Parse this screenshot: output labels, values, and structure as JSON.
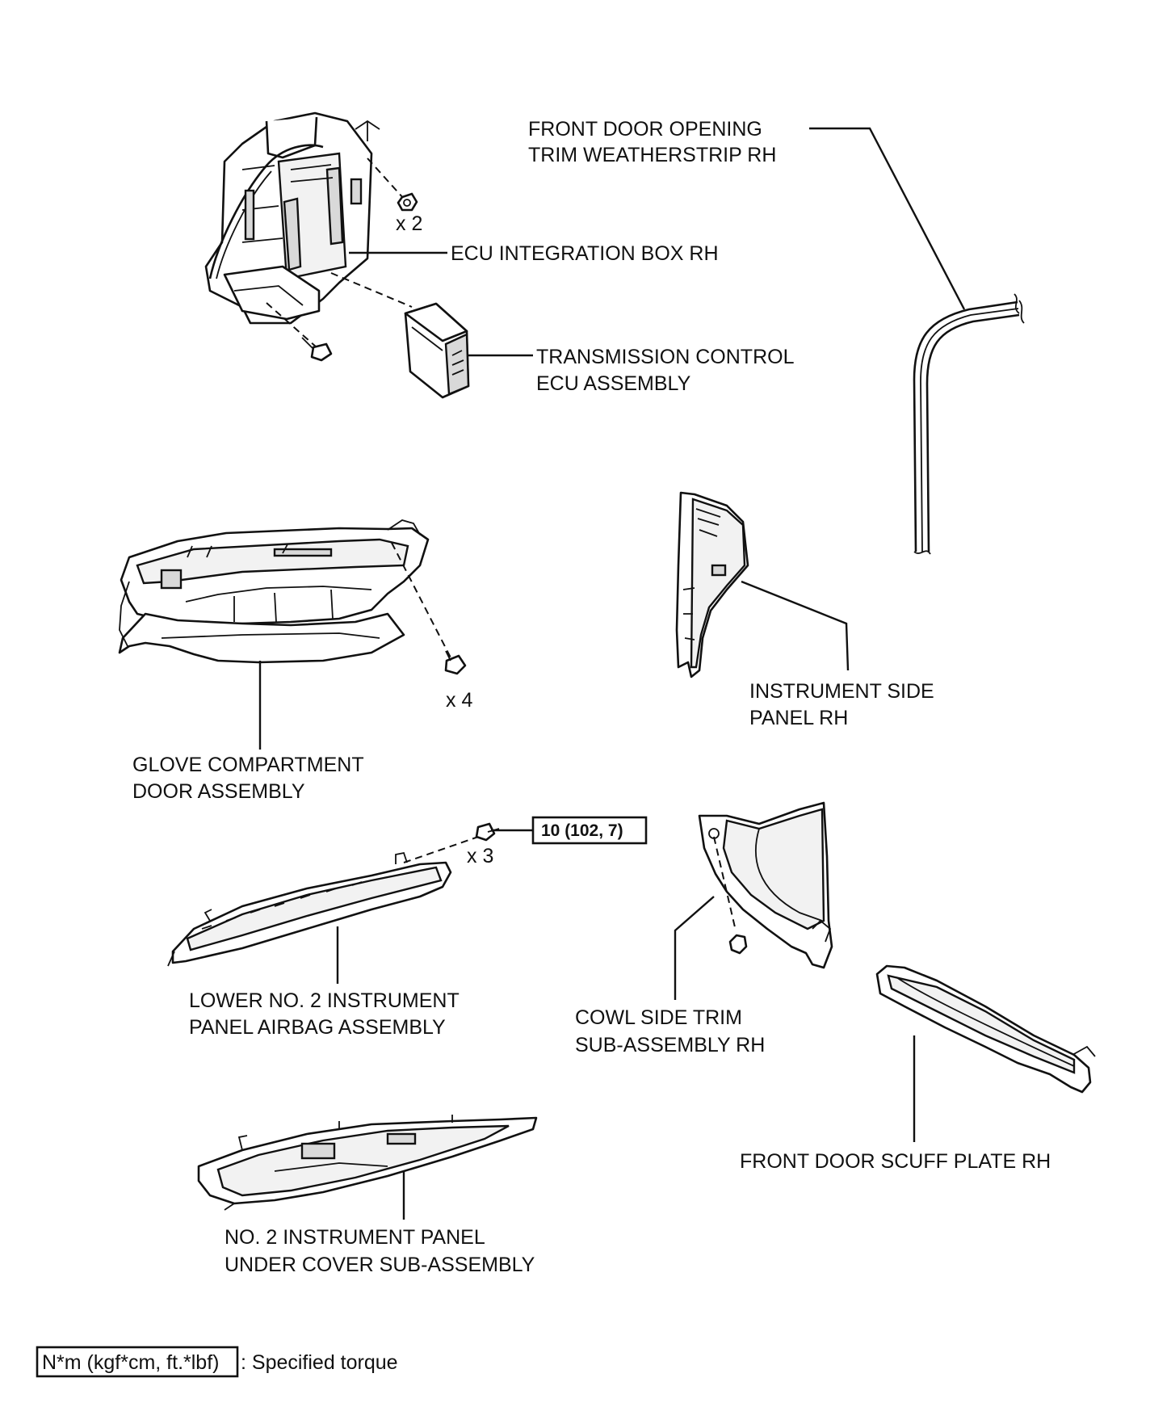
{
  "labels": {
    "weatherstrip": [
      "FRONT DOOR OPENING",
      "TRIM WEATHERSTRIP RH"
    ],
    "ecu_box": "ECU INTEGRATION BOX RH",
    "tcm": [
      "TRANSMISSION CONTROL",
      "ECU ASSEMBLY"
    ],
    "side_panel": [
      "INSTRUMENT SIDE",
      "PANEL RH"
    ],
    "glove": [
      "GLOVE COMPARTMENT",
      "DOOR ASSEMBLY"
    ],
    "airbag": [
      "LOWER NO. 2 INSTRUMENT",
      "PANEL AIRBAG ASSEMBLY"
    ],
    "cowl": [
      "COWL SIDE TRIM",
      "SUB-ASSEMBLY RH"
    ],
    "scuff": "FRONT DOOR SCUFF PLATE RH",
    "under_cover": [
      "NO. 2 INSTRUMENT PANEL",
      "UNDER COVER SUB-ASSEMBLY"
    ]
  },
  "quantities": {
    "ecu_nuts": "x 2",
    "glove_screws": "x 4",
    "airbag_bolts": "x 3"
  },
  "torque": {
    "airbag_bolt": "10 (102, 7)"
  },
  "legend": {
    "unit_box": "N*m (kgf*cm, ft.*lbf)",
    "text": ": Specified torque"
  }
}
